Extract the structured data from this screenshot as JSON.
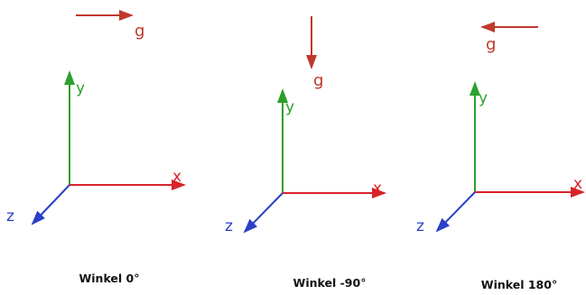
{
  "colors": {
    "x_axis": "#d8232a",
    "y_axis": "#2ca02c",
    "z_axis": "#2b3fc9",
    "gravity": "#c0392b",
    "caption": "#111111"
  },
  "axis_labels": {
    "x": "x",
    "y": "y",
    "z": "z"
  },
  "gravity_label": "g",
  "panels": [
    {
      "caption": "Winkel 0°",
      "gravity_direction": "right"
    },
    {
      "caption": "Winkel -90°",
      "gravity_direction": "down"
    },
    {
      "caption": "Winkel 180°",
      "gravity_direction": "left"
    }
  ]
}
